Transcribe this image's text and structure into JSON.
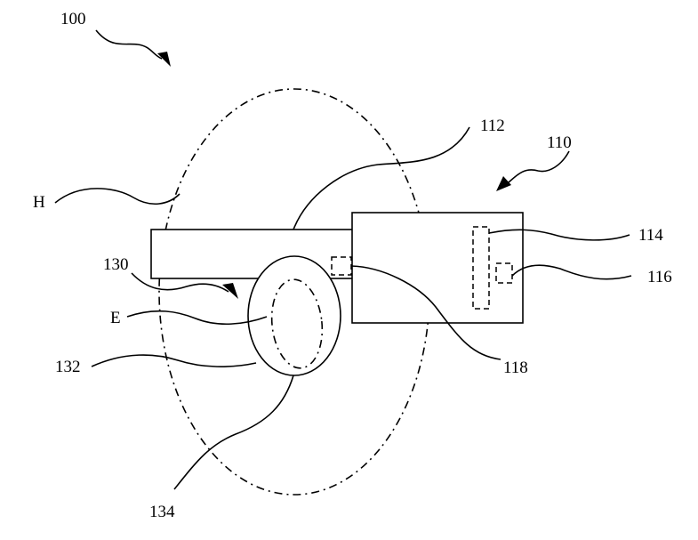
{
  "figure": {
    "labels": {
      "ref_100": "100",
      "ref_110": "110",
      "ref_112": "112",
      "ref_114": "114",
      "ref_116": "116",
      "ref_118": "118",
      "ref_130": "130",
      "ref_132": "132",
      "ref_134": "134",
      "ref_H": "H",
      "ref_E": "E"
    }
  }
}
